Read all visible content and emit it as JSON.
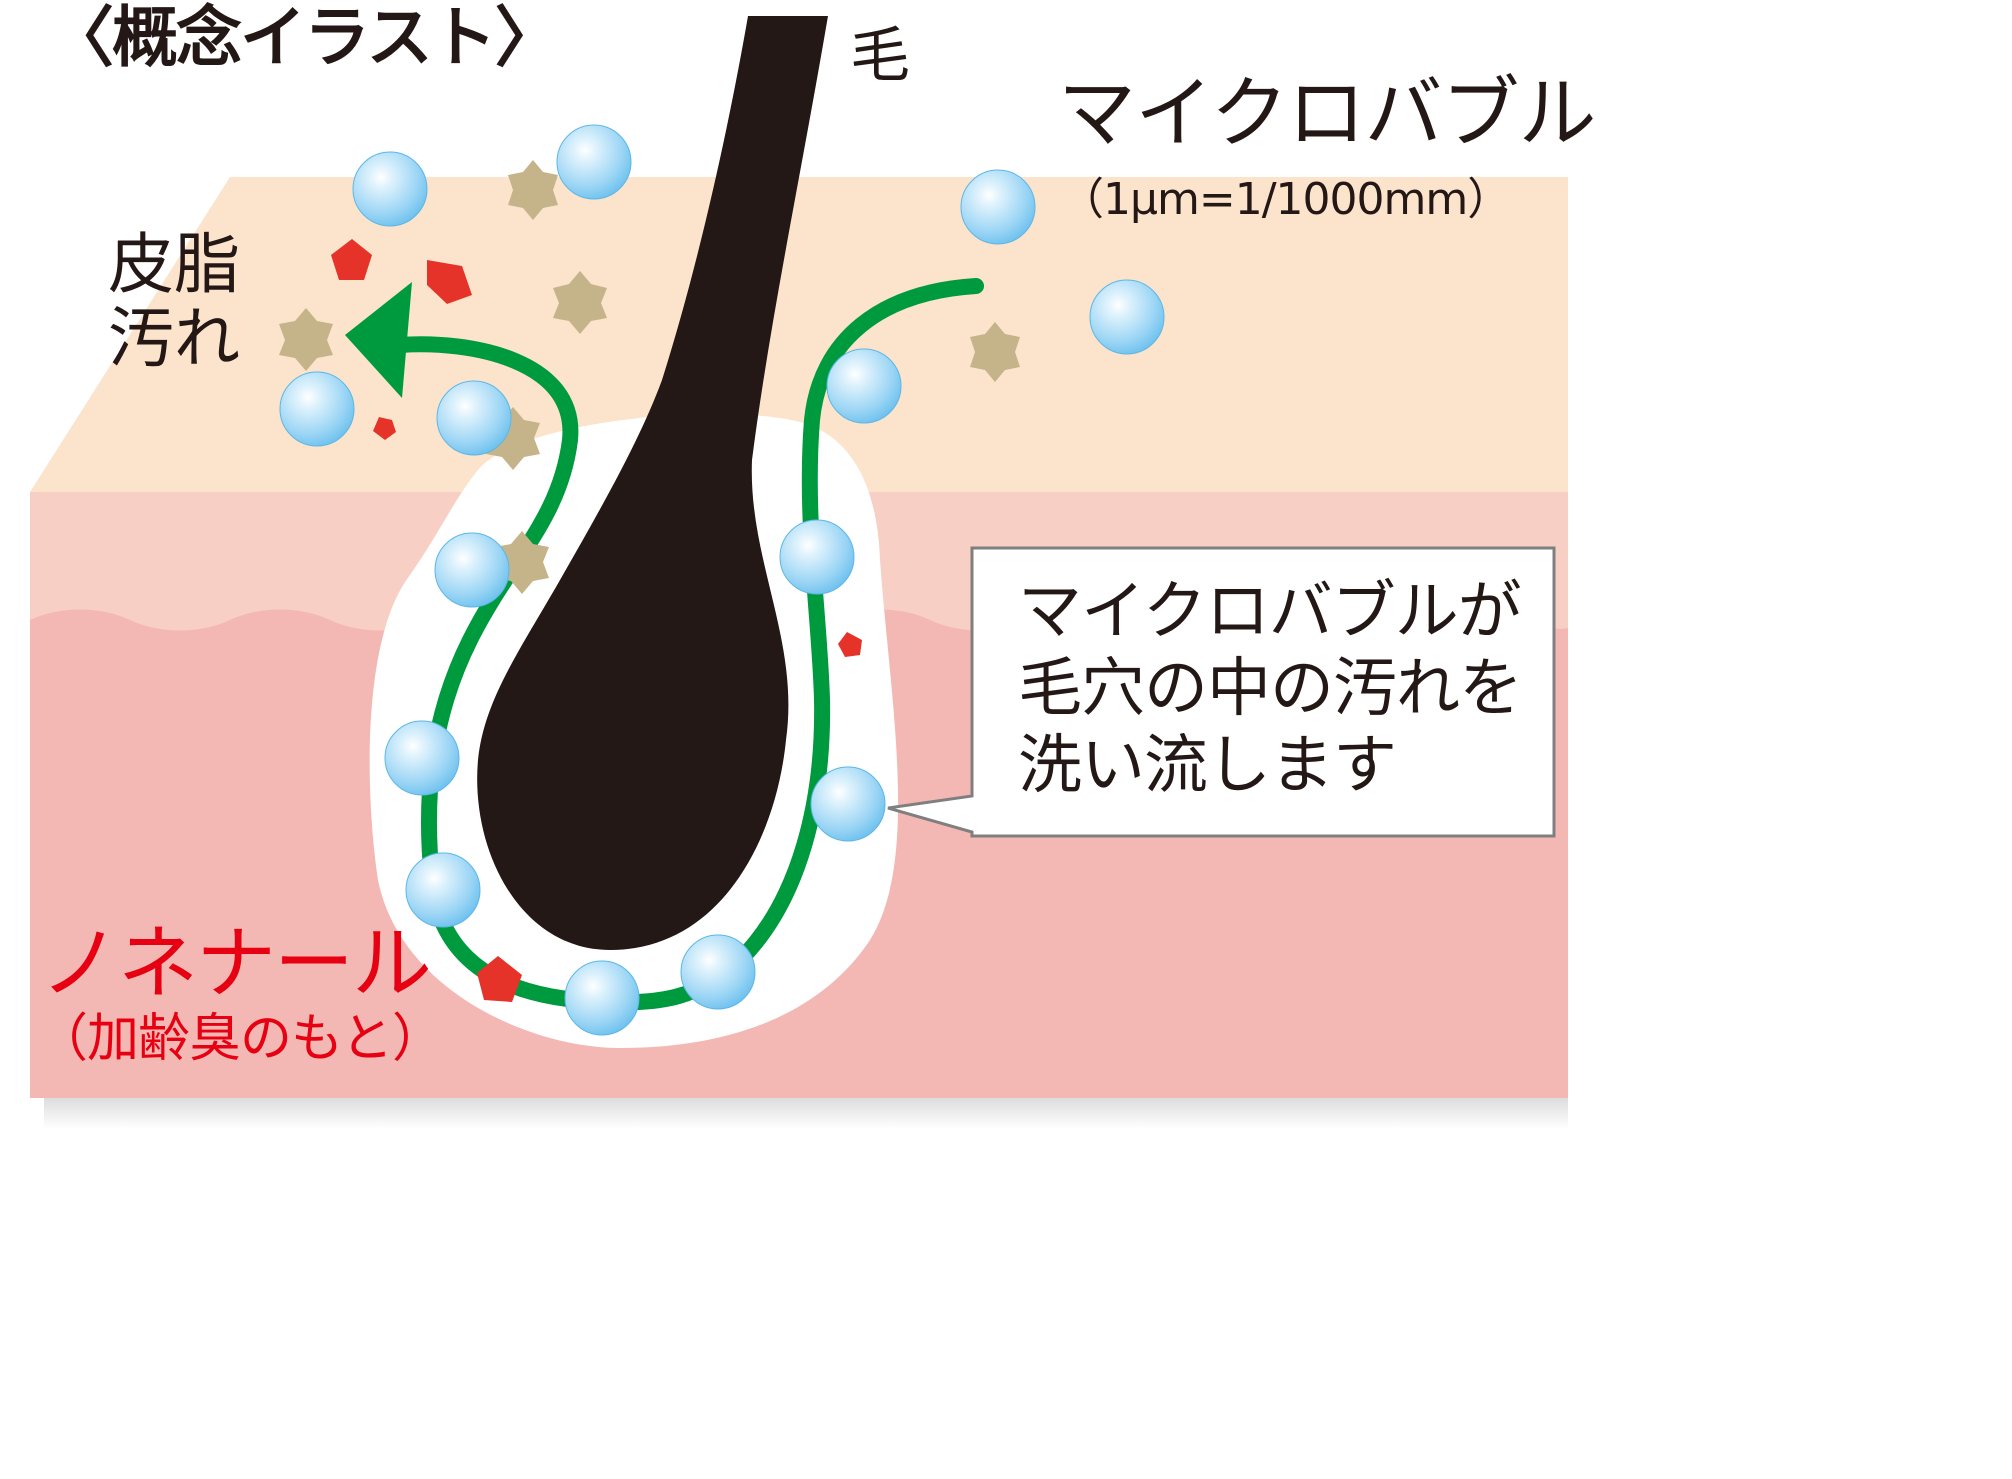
{
  "title": "〈概念イラスト〉",
  "labels": {
    "hair": "毛",
    "microbubble": "マイクロバブル",
    "microbubble_size": "（1μm=1/1000mm）",
    "sebum_line1": "皮脂",
    "sebum_line2": "汚れ",
    "nonenal": "ノネナール",
    "nonenal_note": "（加齢臭のもと）"
  },
  "callout": {
    "line1": "マイクロバブルが",
    "line2": "毛穴の中の汚れを",
    "line3": "洗い流します"
  },
  "colors": {
    "skin_surface": "#fce3cc",
    "skin_upper_layer": "#f7cfc4",
    "skin_lower_layer": "#f4b8b4",
    "pore": "#ffffff",
    "hair": "#231815",
    "flow_arrow": "#009a3e",
    "bubble": "#a8dcf7",
    "sebum": "#c5b48a",
    "nonenal_particle": "#e6332a",
    "nonenal_text": "#e60012",
    "callout_border": "#7f7f7f"
  }
}
